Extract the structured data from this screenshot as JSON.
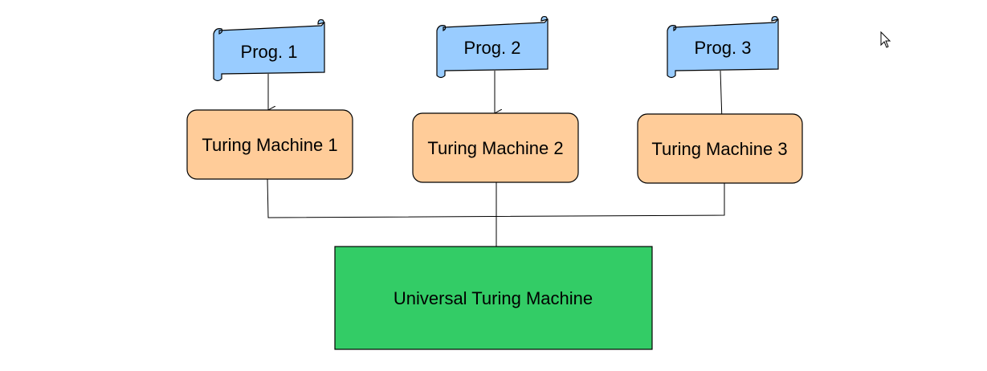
{
  "colors": {
    "program_fill": "#99CCFF",
    "machine_fill": "#FFCC99",
    "universal_fill": "#33CC66",
    "stroke": "#000000",
    "background": "#FFFFFF"
  },
  "programs": [
    {
      "label": "Prog. 1"
    },
    {
      "label": "Prog. 2"
    },
    {
      "label": "Prog. 3"
    }
  ],
  "machines": [
    {
      "label": "Turing Machine 1"
    },
    {
      "label": "Turing Machine 2"
    },
    {
      "label": "Turing Machine 3"
    }
  ],
  "universal": {
    "label": "Universal Turing Machine"
  },
  "icons": {
    "cursor": "mouse-pointer-icon"
  }
}
